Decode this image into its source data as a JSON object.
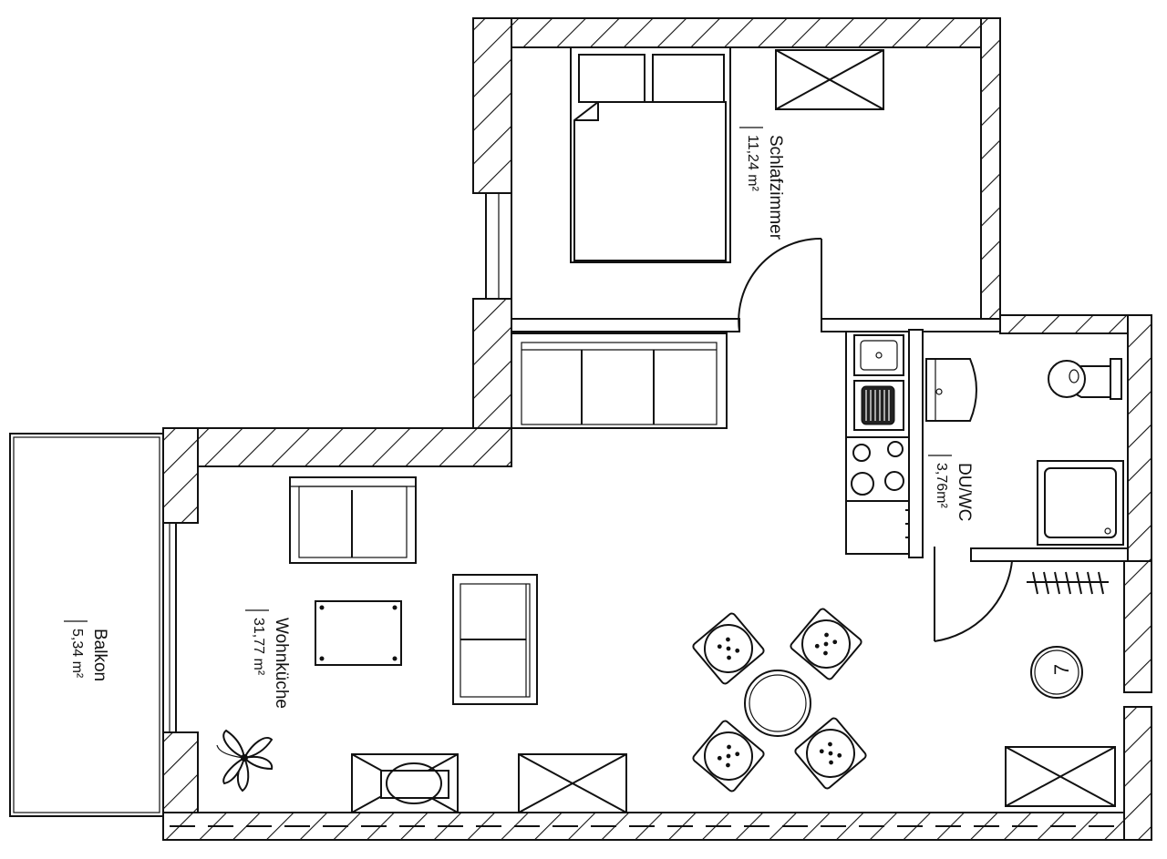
{
  "rooms": {
    "schlafzimmer": {
      "name": "Schlafzimmer",
      "area": "11,24 m²"
    },
    "duwc": {
      "name": "DU/WC",
      "area": "3,76m²"
    },
    "wohnkueche": {
      "name": "Wohnküche",
      "area": "31,77 m²"
    },
    "balkon": {
      "name": "Balkon",
      "area": "5,34 m²"
    }
  },
  "fixtures": {
    "washer_symbol": "7"
  },
  "colors": {
    "line": "#111111",
    "background": "#ffffff"
  }
}
